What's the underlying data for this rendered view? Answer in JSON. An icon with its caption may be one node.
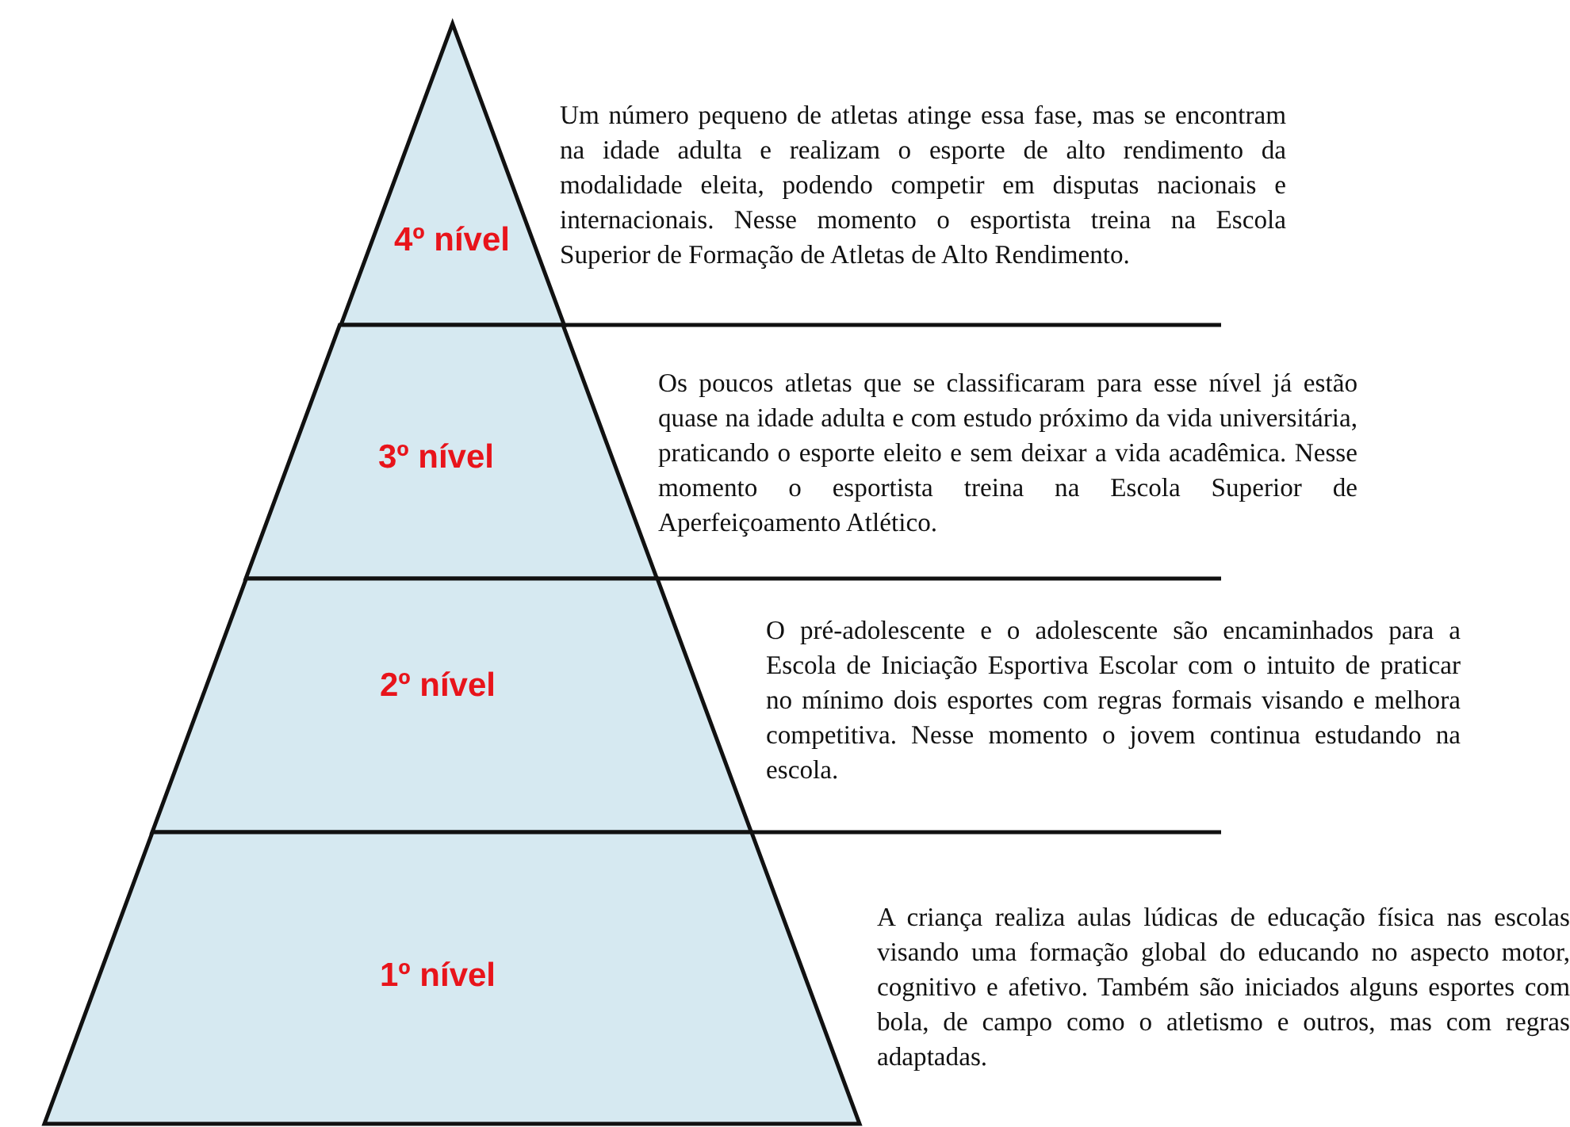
{
  "diagram": {
    "nodes": [
      {
        "text": [
          "4º nível"
        ],
        "beside": [
          "Um número pequeno de atletas atinge essa fase, mas se encontram na idade adulta e realizam o esporte de alto rendimento da modalidade eleita, podendo competir em disputas nacionais e internacionais. Nesse momento o esportista treina na Escola Superior de Formação de Atletas de Alto Rendimento."
        ]
      },
      {
        "text": [
          "3º nível"
        ],
        "beside": [
          "Os poucos atletas que se classificaram para esse nível já estão quase na idade adulta e com estudo próximo da vida universitária, praticando o esporte eleito e sem deixar a vida acadêmica. Nesse momento o esportista treina na Escola Superior de Aperfeiçoamento Atlético."
        ]
      },
      {
        "text": [
          "2º nível"
        ],
        "beside": [
          "O pré-adolescente e o adolescente são encaminhados para a Escola de Iniciação Esportiva Escolar com o intuito de praticar no mínimo dois esportes com regras formais visando e melhora competitiva. Nesse momento o jovem continua estudando na escola."
        ]
      },
      {
        "text": [
          "1º nível"
        ],
        "beside": [
          "A criança realiza aulas lúdicas de educação física nas escolas visando uma formação global do educando no aspecto motor, cognitivo e afetivo. Também são iniciados alguns esportes com bola, de campo como o atletismo e outros, mas com regras adaptadas."
        ]
      }
    ]
  }
}
